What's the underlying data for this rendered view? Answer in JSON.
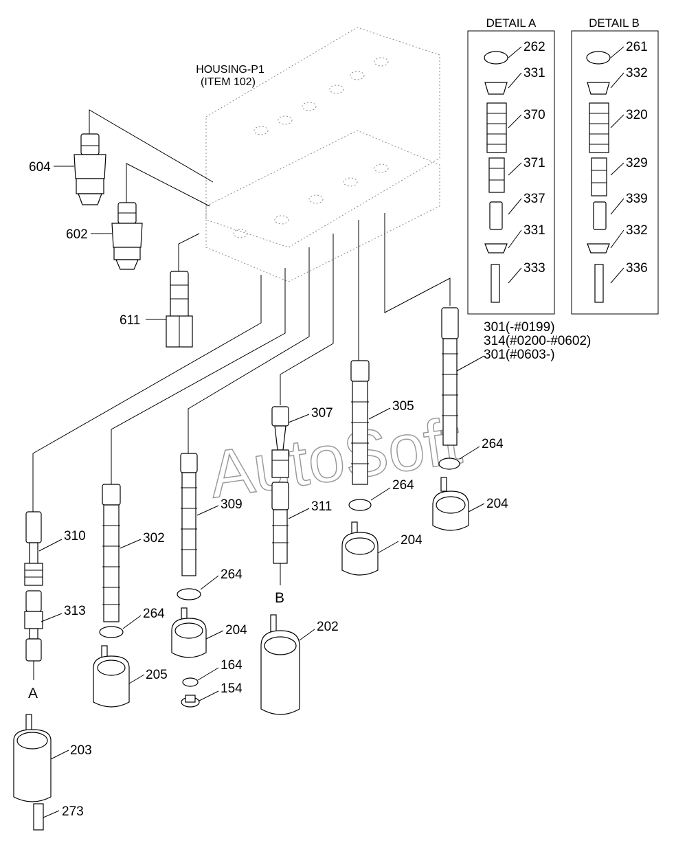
{
  "housing": {
    "line1": "HOUSING-P1",
    "line2": "(ITEM 102)"
  },
  "details": {
    "a_title": "DETAIL A",
    "b_title": "DETAIL B",
    "a_labels": [
      "262",
      "331",
      "370",
      "371",
      "337",
      "331",
      "333"
    ],
    "b_labels": [
      "261",
      "332",
      "320",
      "329",
      "339",
      "332",
      "336"
    ]
  },
  "spool_note": {
    "line1": "301(-#0199)",
    "line2": "314(#0200-#0602)",
    "line3": "301(#0603-)"
  },
  "labels": {
    "l604": "604",
    "l602": "602",
    "l611": "611",
    "l310": "310",
    "l313": "313",
    "l302": "302",
    "l309": "309",
    "l307": "307",
    "l311": "311",
    "l305": "305",
    "l264a": "264",
    "l264b": "264",
    "l264c": "264",
    "l264d": "264",
    "l204a": "204",
    "l204b": "204",
    "l204c": "204",
    "l205": "205",
    "l202": "202",
    "l203": "203",
    "l273": "273",
    "l164": "164",
    "l154": "154"
  },
  "markers": {
    "a": "A",
    "b": "B"
  },
  "watermark": "AutoSoft"
}
